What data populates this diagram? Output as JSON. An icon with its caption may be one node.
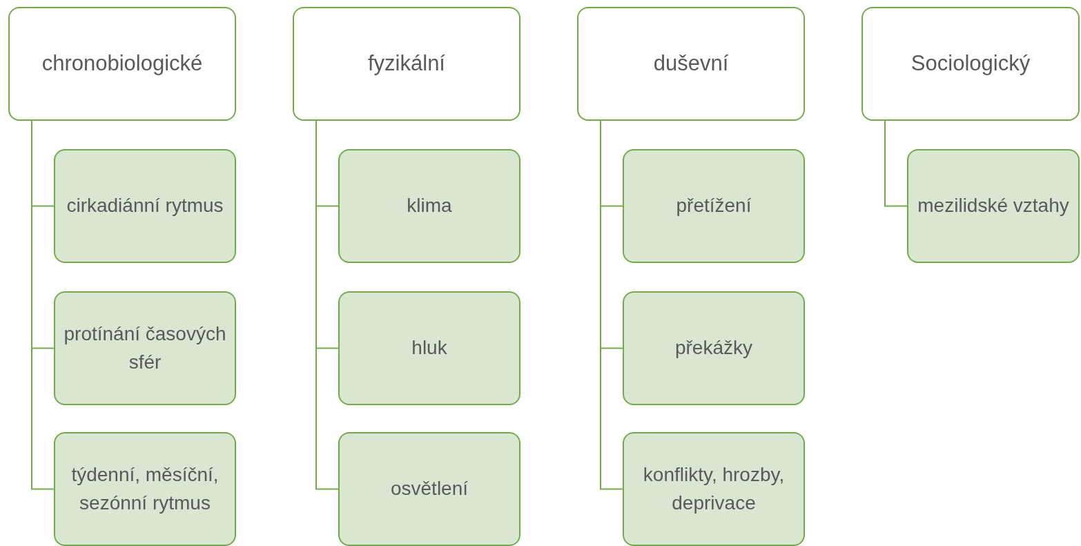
{
  "diagram": {
    "nodes": [
      {
        "text": [
          "chronobiologické"
        ]
      },
      {
        "text": [
          "cirkadiánní rytmus"
        ]
      },
      {
        "text": [
          "protínání časových sfér"
        ]
      },
      {
        "text": [
          "týdenní, měsíční, sezónní rytmus"
        ]
      },
      {
        "text": [
          "fyzikální"
        ]
      },
      {
        "text": [
          "klima"
        ]
      },
      {
        "text": [
          "hluk"
        ]
      },
      {
        "text": [
          "osvětlení"
        ]
      },
      {
        "text": [
          "duševní"
        ]
      },
      {
        "text": [
          "přetížení"
        ]
      },
      {
        "text": [
          "překážky"
        ]
      },
      {
        "text": [
          "konflikty, hrozby, deprivace"
        ]
      },
      {
        "text": [
          "Sociologický"
        ]
      },
      {
        "text": [
          "mezilidské vztahy"
        ]
      }
    ],
    "edges": [
      {
        "from": 0,
        "to": 1,
        "arrow": "none"
      },
      {
        "from": 0,
        "to": 2,
        "arrow": "none"
      },
      {
        "from": 0,
        "to": 3,
        "arrow": "none"
      },
      {
        "from": 4,
        "to": 5,
        "arrow": "none"
      },
      {
        "from": 4,
        "to": 6,
        "arrow": "none"
      },
      {
        "from": 4,
        "to": 7,
        "arrow": "none"
      },
      {
        "from": 8,
        "to": 9,
        "arrow": "none"
      },
      {
        "from": 8,
        "to": 10,
        "arrow": "none"
      },
      {
        "from": 8,
        "to": 11,
        "arrow": "none"
      },
      {
        "from": 12,
        "to": 13,
        "arrow": "none"
      }
    ]
  }
}
